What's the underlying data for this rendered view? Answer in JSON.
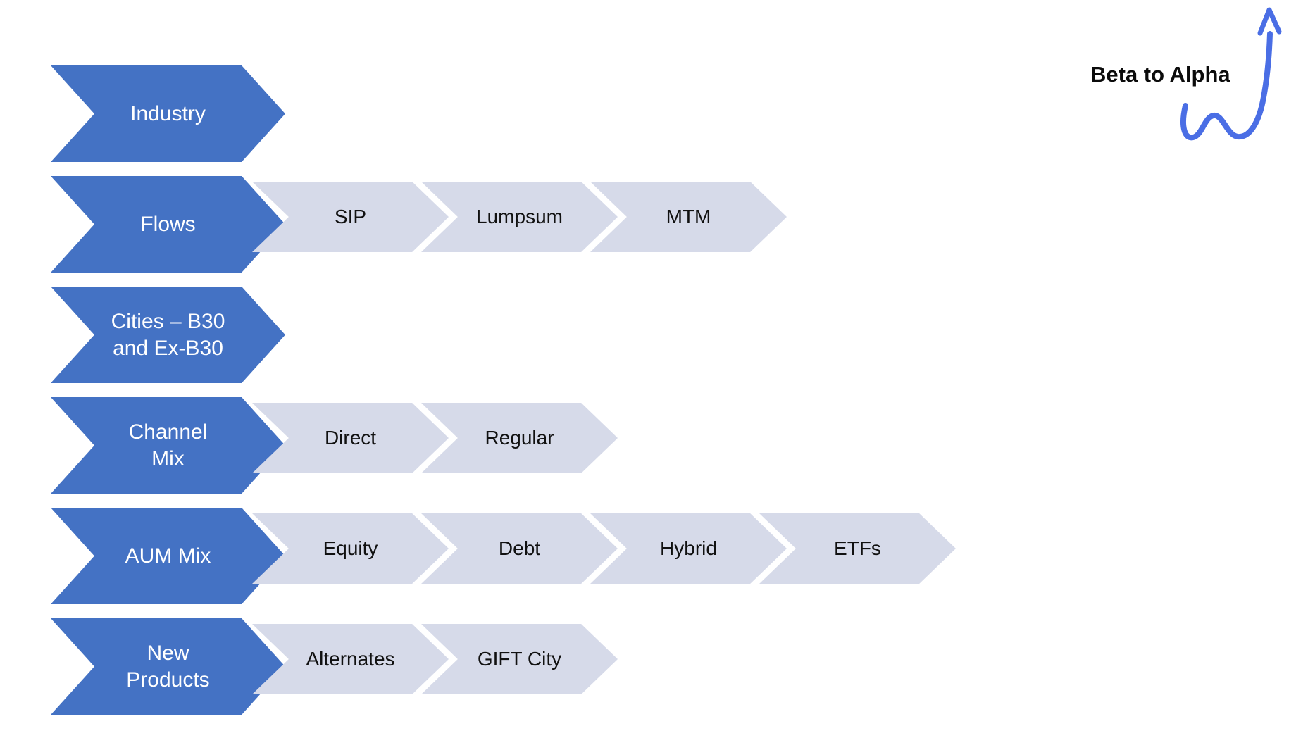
{
  "annotation": {
    "label": "Beta to Alpha"
  },
  "colors": {
    "stage_blue": "#4472C4",
    "sub_gray": "#D6DAE9",
    "arrow_blue": "#4A6EE5",
    "stage_text": "#FFFFFF",
    "sub_text": "#111111",
    "annotation_text": "#0B0B0B"
  },
  "rows": [
    {
      "label": "Industry",
      "items": []
    },
    {
      "label": "Flows",
      "items": [
        "SIP",
        "Lumpsum",
        "MTM"
      ]
    },
    {
      "label": "Cities – B30\nand Ex-B30",
      "items": []
    },
    {
      "label": "Channel\nMix",
      "items": [
        "Direct",
        "Regular"
      ]
    },
    {
      "label": "AUM Mix",
      "items": [
        "Equity",
        "Debt",
        "Hybrid",
        "ETFs"
      ]
    },
    {
      "label": "New\nProducts",
      "items": [
        "Alternates",
        "GIFT City"
      ]
    }
  ]
}
